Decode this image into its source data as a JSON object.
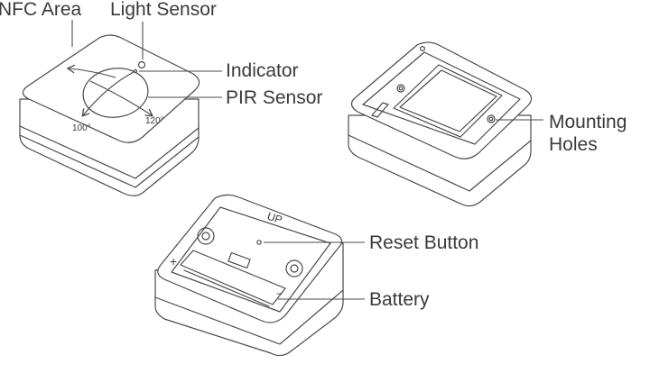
{
  "labels": {
    "nfc_area": "NFC Area",
    "light_sensor": "Light Sensor",
    "indicator": "Indicator",
    "pir_sensor": "PIR Sensor",
    "angle_100": "100°",
    "angle_120": "120°",
    "mounting_holes_line1": "Mounting",
    "mounting_holes_line2": "Holes",
    "up_mark": "UP",
    "reset_button": "Reset Button",
    "battery": "Battery",
    "plus_mark": "+",
    "minus_mark": "−"
  },
  "colors": {
    "line": "#4a4a4a",
    "text": "#3a3a3a",
    "background": "#ffffff"
  }
}
